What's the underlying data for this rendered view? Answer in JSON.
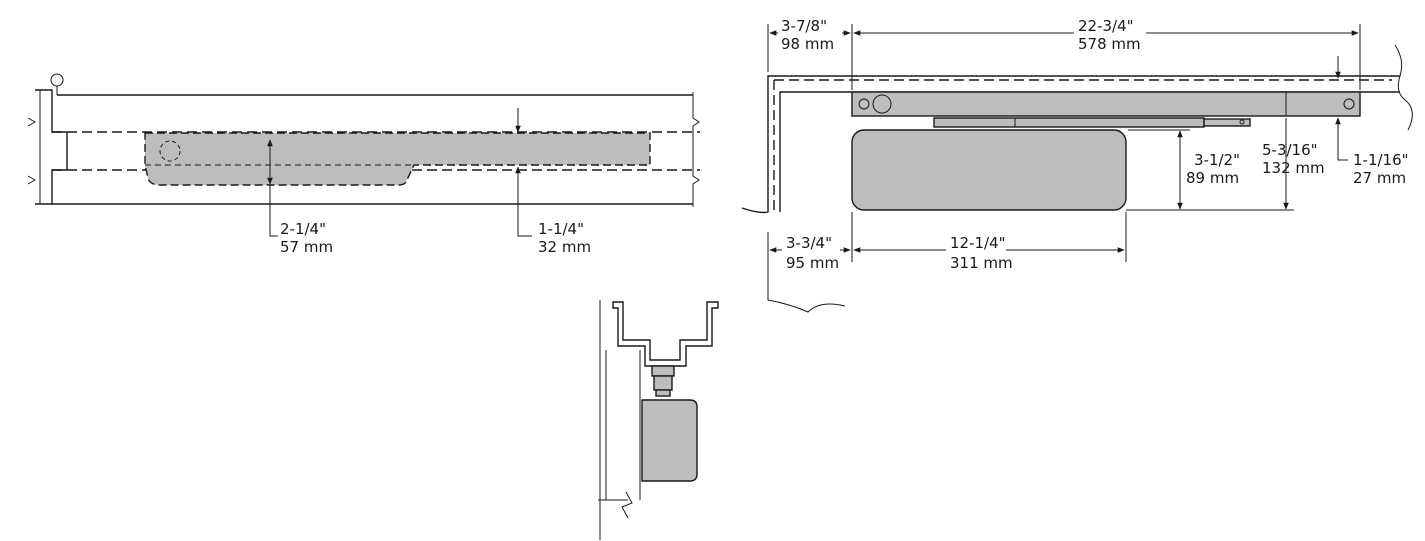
{
  "colors": {
    "line": "#1a1a1a",
    "closer_fill": "#bdbdbd",
    "background": "#ffffff"
  },
  "front_view": {
    "dim_body_height": {
      "imperial": "2-1/4\"",
      "metric": "57 mm"
    },
    "dim_track_height": {
      "imperial": "1-1/4\"",
      "metric": "32 mm"
    }
  },
  "top_view": {
    "dim_offset_top": {
      "imperial": "3-7/8\"",
      "metric": "98 mm"
    },
    "dim_track_length": {
      "imperial": "22-3/4\"",
      "metric": "578 mm"
    },
    "dim_body_depth": {
      "imperial": "3-1/2\"",
      "metric": "89 mm"
    },
    "dim_total_depth": {
      "imperial": "5-3/16\"",
      "metric": "132 mm"
    },
    "dim_track_depth": {
      "imperial": "1-1/16\"",
      "metric": "27 mm"
    },
    "dim_offset_bottom": {
      "imperial": "3-3/4\"",
      "metric": "95 mm"
    },
    "dim_body_length": {
      "imperial": "12-1/4\"",
      "metric": "311 mm"
    }
  }
}
